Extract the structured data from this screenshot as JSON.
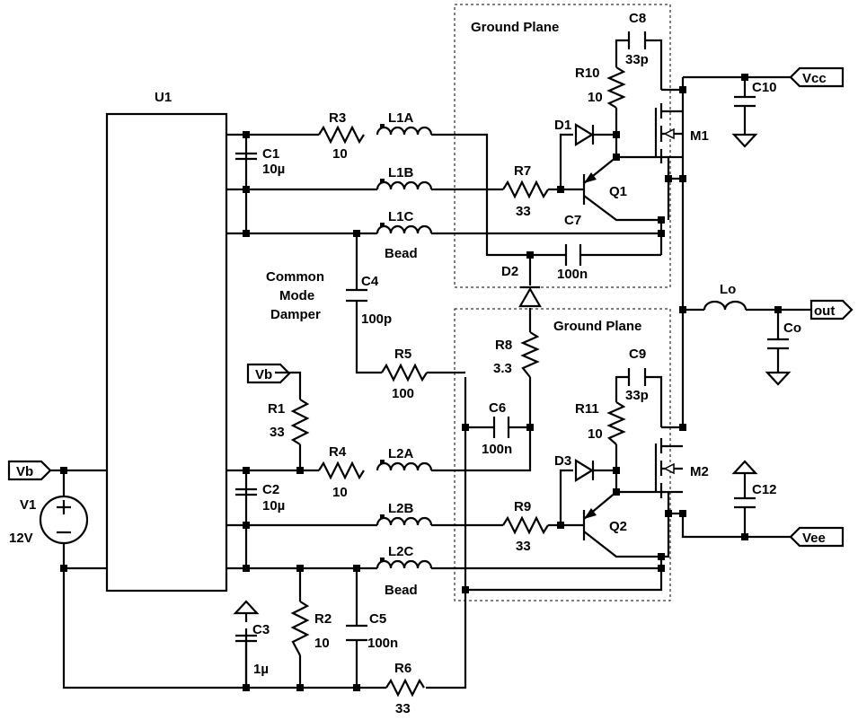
{
  "labels": {
    "U1": "U1",
    "R3": "R3",
    "R3_val": "10",
    "L1A": "L1A",
    "C1": "C1",
    "C1_val": "10µ",
    "L1B": "L1B",
    "L1C": "L1C",
    "L1C_val": "Bead",
    "C4": "C4",
    "C4_val": "100p",
    "cmd_1": "Common",
    "cmd_2": "Mode",
    "cmd_3": "Damper",
    "R5": "R5",
    "R5_val": "100",
    "Vb_top": "Vb",
    "R1": "R1",
    "R1_val": "33",
    "R4": "R4",
    "R4_val": "10",
    "L2A": "L2A",
    "C2": "C2",
    "C2_val": "10µ",
    "L2B": "L2B",
    "L2C": "L2C",
    "L2C_val": "Bead",
    "Vb_left": "Vb",
    "V1": "V1",
    "V1_val": "12V",
    "C3": "C3",
    "C3_val": "1µ",
    "R2": "R2",
    "R2_val": "10",
    "C5": "C5",
    "C5_val": "100n",
    "R6": "R6",
    "R6_val": "33",
    "gp1": "Ground Plane",
    "gp2": "Ground Plane",
    "C8": "C8",
    "C8_val": "33p",
    "R10": "R10",
    "R10_val": "10",
    "D1": "D1",
    "R7": "R7",
    "R7_val": "33",
    "Q1": "Q1",
    "C7": "C7",
    "C7_val": "100n",
    "D2": "D2",
    "R8": "R8",
    "R8_val": "3.3",
    "C6": "C6",
    "C6_val": "100n",
    "C9": "C9",
    "C9_val": "33p",
    "R11": "R11",
    "R11_val": "10",
    "D3": "D3",
    "R9": "R9",
    "R9_val": "33",
    "Q2": "Q2",
    "M1": "M1",
    "M2": "M2",
    "Vcc": "Vcc",
    "C10": "C10",
    "Lo": "Lo",
    "out": "out",
    "Co": "Co",
    "C12": "C12",
    "Vee": "Vee"
  }
}
